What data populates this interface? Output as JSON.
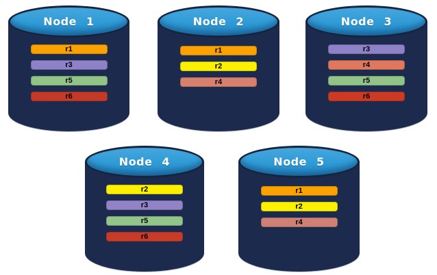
{
  "colors": {
    "page_background": "#FFFFFF",
    "cylinder_body": "#1C2B4D",
    "cylinder_top": "#2F9BD6",
    "cylinder_top_outline": "#16243E",
    "title_text": "#FFFFFF",
    "bar_text": "#000000"
  },
  "nodes": [
    {
      "label": "Node 1",
      "replicas": [
        {
          "id": "r1",
          "color": "#F9A201"
        },
        {
          "id": "r3",
          "color": "#8F81C7"
        },
        {
          "id": "r5",
          "color": "#92C487"
        },
        {
          "id": "r6",
          "color": "#C43A28"
        }
      ]
    },
    {
      "label": "Node 2",
      "replicas": [
        {
          "id": "r1",
          "color": "#F9A201"
        },
        {
          "id": "r2",
          "color": "#FBF001"
        },
        {
          "id": "r4",
          "color": "#D8806E"
        }
      ]
    },
    {
      "label": "Node 3",
      "replicas": [
        {
          "id": "r3",
          "color": "#8F81C7"
        },
        {
          "id": "r4",
          "color": "#E0775F"
        },
        {
          "id": "r5",
          "color": "#92C487"
        },
        {
          "id": "r6",
          "color": "#CC3A23"
        }
      ]
    },
    {
      "label": "Node 4",
      "replicas": [
        {
          "id": "r2",
          "color": "#FBF001"
        },
        {
          "id": "r3",
          "color": "#9183C6"
        },
        {
          "id": "r5",
          "color": "#93C489"
        },
        {
          "id": "r6",
          "color": "#C83B28"
        }
      ]
    },
    {
      "label": "Node 5",
      "replicas": [
        {
          "id": "r1",
          "color": "#F9A201"
        },
        {
          "id": "r2",
          "color": "#FBF001"
        },
        {
          "id": "r4",
          "color": "#CE8174"
        }
      ]
    }
  ]
}
